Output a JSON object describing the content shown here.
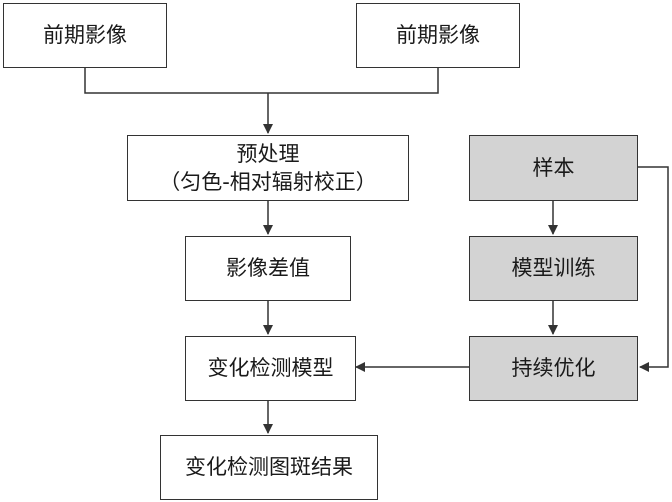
{
  "nodes": {
    "input_a": {
      "label": "前期影像"
    },
    "input_b": {
      "label": "前期影像"
    },
    "preprocess": {
      "label": "预处理",
      "sublabel": "（匀色-相对辐射校正）"
    },
    "difference": {
      "label": "影像差值"
    },
    "samples": {
      "label": "样本"
    },
    "training": {
      "label": "模型训练"
    },
    "optimize": {
      "label": "持续优化"
    },
    "detection_model": {
      "label": "变化检测模型"
    },
    "result": {
      "label": "变化检测图斑结果"
    }
  },
  "colors": {
    "line": "#333333",
    "shaded_fill": "#d3d3d3"
  }
}
